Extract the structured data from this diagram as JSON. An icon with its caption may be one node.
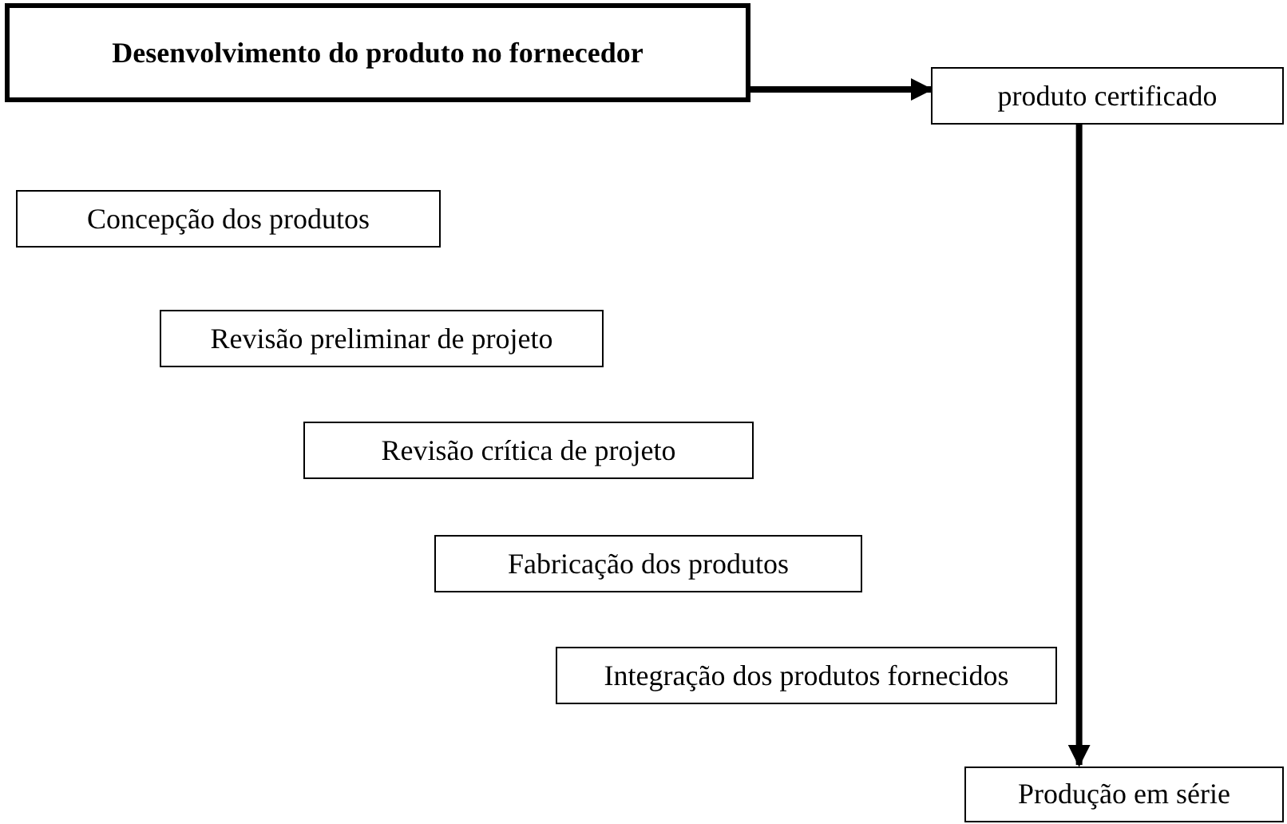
{
  "diagram": {
    "nodes": [
      {
        "text": [
          "Desenvolvimento do produto no fornecedor"
        ]
      },
      {
        "text": [
          "produto certificado"
        ]
      },
      {
        "text": [
          "Concepção dos produtos"
        ]
      },
      {
        "text": [
          "Revisão preliminar de projeto"
        ]
      },
      {
        "text": [
          "Revisão crítica de projeto"
        ]
      },
      {
        "text": [
          "Fabricação dos produtos"
        ]
      },
      {
        "text": [
          "Integração dos produtos fornecidos"
        ]
      },
      {
        "text": [
          "Produção em série"
        ]
      }
    ],
    "edges": [
      {
        "from": 0,
        "to": 1,
        "arrow": "to"
      },
      {
        "from": 1,
        "to": 7,
        "arrow": "to"
      }
    ]
  }
}
